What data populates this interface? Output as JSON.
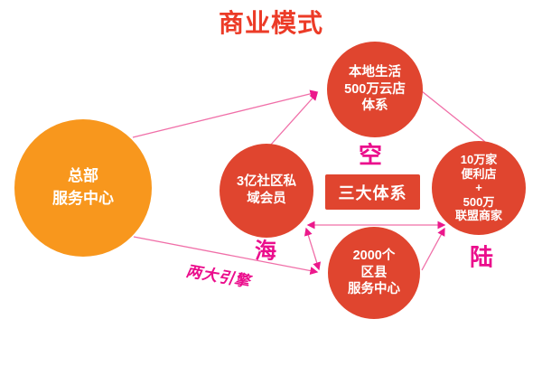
{
  "title": "商业模式",
  "center_box": {
    "label": "三大体系"
  },
  "engine_label": "两大引擎",
  "nodes": {
    "hq": {
      "label": "总部\n服务中心"
    },
    "local_life": {
      "label": "本地生活\n500万云店\n体系",
      "tag": "空"
    },
    "community": {
      "label": "3亿社区私\n域会员",
      "tag": "海"
    },
    "alliance": {
      "label": "10万家\n便利店\n+\n500万\n联盟商家",
      "tag": "陆"
    },
    "county": {
      "label": "2000个\n区县\n服务中心"
    }
  },
  "colors": {
    "title_red": "#ec3b27",
    "circle_red": "#e0452f",
    "hub_orange": "#f8971d",
    "tag_magenta": "#eb0d8c",
    "connector_pink": "#f06fa8"
  }
}
